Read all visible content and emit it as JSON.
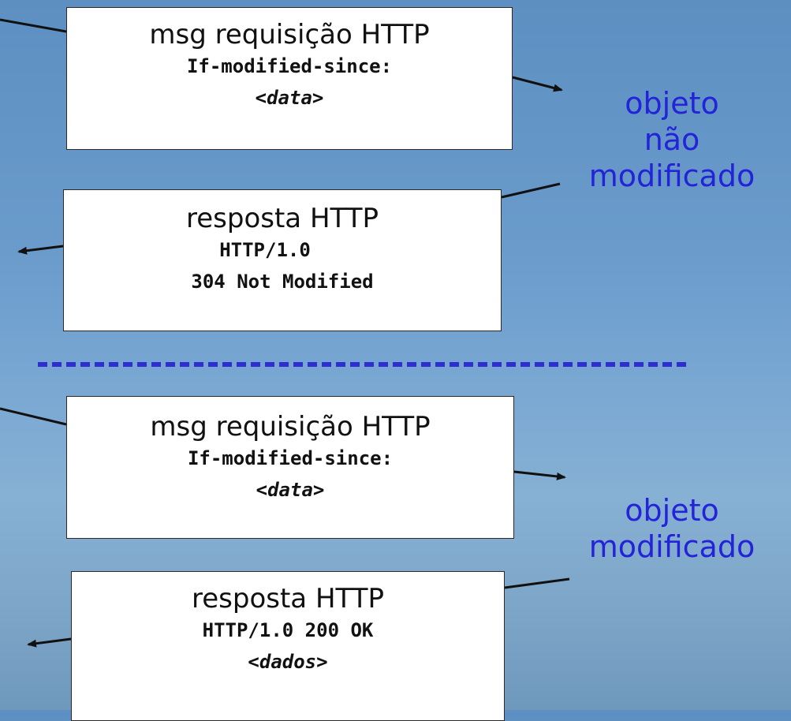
{
  "colors": {
    "label": "#2323d8",
    "divider": "#2f2fd0",
    "box_border": "#2a2a2a",
    "box_fill": "#ffffff"
  },
  "upper": {
    "request": {
      "title": "msg requisição HTTP",
      "header": "If-modified-since:",
      "value_open": "<",
      "value": "data",
      "value_close": ">"
    },
    "response": {
      "title": "resposta HTTP",
      "line1": "HTTP/1.0",
      "line2": "304 Not Modified"
    },
    "outcome_lines": [
      "objeto",
      "não",
      "modificado"
    ]
  },
  "lower": {
    "request": {
      "title": "msg requisição HTTP",
      "header": "If-modified-since:",
      "value_open": "<",
      "value": "data",
      "value_close": ">"
    },
    "response": {
      "title": "resposta HTTP",
      "line1": "HTTP/1.0 200 OK",
      "value_open": "<",
      "value": "dados",
      "value_close": ">"
    },
    "outcome_lines": [
      "objeto",
      "modificado"
    ]
  }
}
